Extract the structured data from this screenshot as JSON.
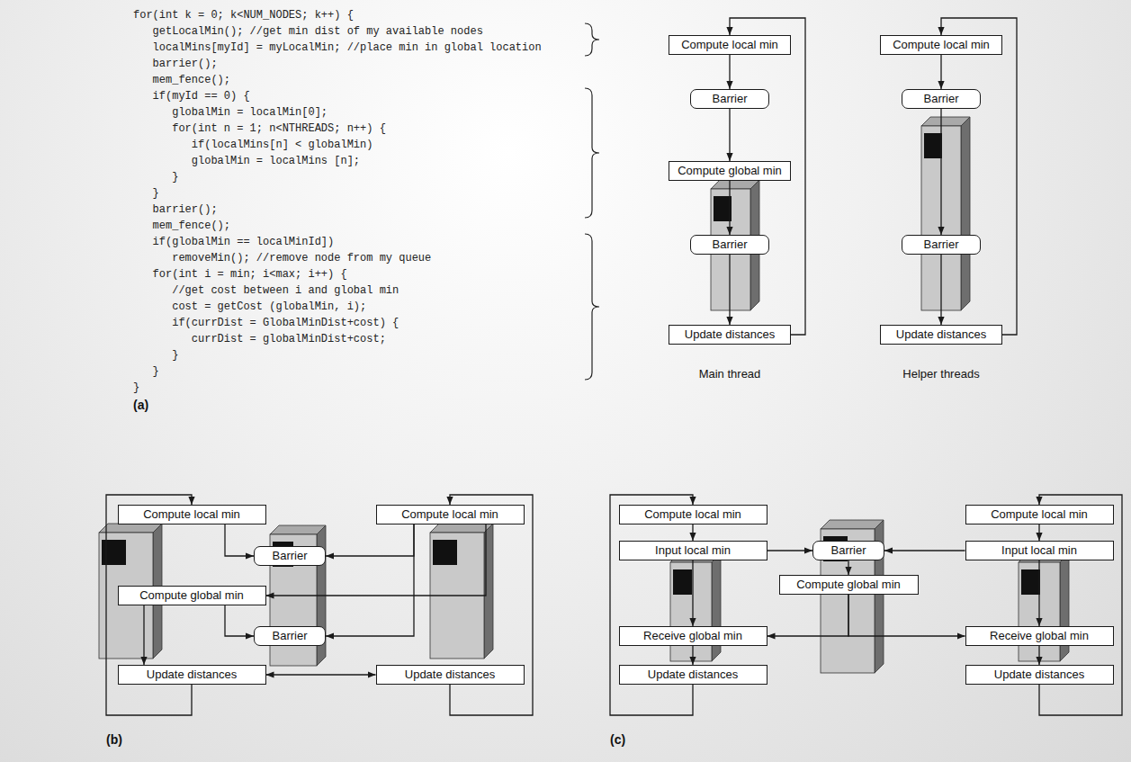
{
  "diagram": {
    "nodes": [
      {
        "text": [
          "Compute local min"
        ]
      },
      {
        "text": [
          "Barrier"
        ]
      },
      {
        "text": [
          "Compute global min"
        ]
      },
      {
        "text": [
          "Barrier"
        ]
      },
      {
        "text": [
          "Update distances"
        ]
      },
      {
        "text": [
          "Compute local min"
        ]
      },
      {
        "text": [
          "Barrier"
        ]
      },
      {
        "text": [
          "Barrier"
        ]
      },
      {
        "text": [
          "Update distances"
        ]
      },
      {
        "text": [
          "Compute local min"
        ]
      },
      {
        "text": [
          "Compute global min"
        ]
      },
      {
        "text": [
          "Update distances"
        ]
      },
      {
        "text": [
          "Barrier"
        ]
      },
      {
        "text": [
          "Barrier"
        ]
      },
      {
        "text": [
          "Compute local min"
        ]
      },
      {
        "text": [
          "Update distances"
        ]
      },
      {
        "text": [
          "Compute local min"
        ]
      },
      {
        "text": [
          "Input local min"
        ]
      },
      {
        "text": [
          "Receive global min"
        ]
      },
      {
        "text": [
          "Update distances"
        ]
      },
      {
        "text": [
          "Barrier"
        ]
      },
      {
        "text": [
          "Compute global min"
        ]
      },
      {
        "text": [
          "Compute local min"
        ]
      },
      {
        "text": [
          "Input local min"
        ]
      },
      {
        "text": [
          "Receive global min"
        ]
      },
      {
        "text": [
          "Update distances"
        ]
      }
    ],
    "edges": [
      {
        "from": 0,
        "to": 1,
        "arrow": "to"
      },
      {
        "from": 1,
        "to": 2,
        "arrow": "to"
      },
      {
        "from": 2,
        "to": 3,
        "arrow": "to"
      },
      {
        "from": 3,
        "to": 4,
        "arrow": "to"
      },
      {
        "from": 4,
        "to": 0,
        "arrow": "to"
      },
      {
        "from": 5,
        "to": 6,
        "arrow": "to"
      },
      {
        "from": 6,
        "to": 7,
        "arrow": "to"
      },
      {
        "from": 7,
        "to": 8,
        "arrow": "to"
      },
      {
        "from": 8,
        "to": 5,
        "arrow": "to"
      },
      {
        "from": 9,
        "to": 12,
        "arrow": "to"
      },
      {
        "from": 14,
        "to": 12,
        "arrow": "to"
      },
      {
        "from": 14,
        "to": 10,
        "arrow": "to"
      },
      {
        "from": 10,
        "to": 13,
        "arrow": "to"
      },
      {
        "from": 14,
        "to": 13,
        "arrow": "to"
      },
      {
        "from": 10,
        "to": 11,
        "arrow": "to"
      },
      {
        "from": 11,
        "to": 15,
        "arrow": "both"
      },
      {
        "from": 11,
        "to": 9,
        "arrow": "to"
      },
      {
        "from": 15,
        "to": 14,
        "arrow": "to"
      },
      {
        "from": 16,
        "to": 17,
        "arrow": "to"
      },
      {
        "from": 17,
        "to": 18,
        "arrow": "to"
      },
      {
        "from": 18,
        "to": 19,
        "arrow": "to"
      },
      {
        "from": 19,
        "to": 16,
        "arrow": "to"
      },
      {
        "from": 22,
        "to": 23,
        "arrow": "to"
      },
      {
        "from": 23,
        "to": 24,
        "arrow": "to"
      },
      {
        "from": 24,
        "to": 25,
        "arrow": "to"
      },
      {
        "from": 25,
        "to": 22,
        "arrow": "to"
      },
      {
        "from": 17,
        "to": 20,
        "arrow": "to"
      },
      {
        "from": 23,
        "to": 20,
        "arrow": "to"
      },
      {
        "from": 20,
        "to": 21,
        "arrow": "to"
      },
      {
        "from": 21,
        "to": 18,
        "arrow": "to"
      },
      {
        "from": 21,
        "to": 24,
        "arrow": "to"
      }
    ],
    "labels": [
      "for(int k = 0; k<NUM_NODES; k++) {",
      "   getLocalMin(); //get min dist of my available nodes",
      "   localMins[myId] = myLocalMin; //place min in global location",
      "   barrier();",
      "   mem_fence();",
      "   if(myId == 0) {",
      "      globalMin = localMin[0];",
      "      for(int n = 1; n<NTHREADS; n++) {",
      "         if(localMins[n] < globalMin)",
      "         globalMin = localMins [n];",
      "      }",
      "   }",
      "   barrier();",
      "   mem_fence();",
      "   if(globalMin == localMinId])",
      "      removeMin(); //remove node from my queue",
      "   for(int i = min; i<max; i++) {",
      "      //get cost between i and global min",
      "      cost = getCost (globalMin, i);",
      "      if(currDist = GlobalMinDist+cost) {",
      "         currDist = globalMinDist+cost;",
      "      }",
      "   }",
      "}",
      "Main thread",
      "Helper threads",
      "(a)",
      "(b)",
      "(c)"
    ]
  }
}
